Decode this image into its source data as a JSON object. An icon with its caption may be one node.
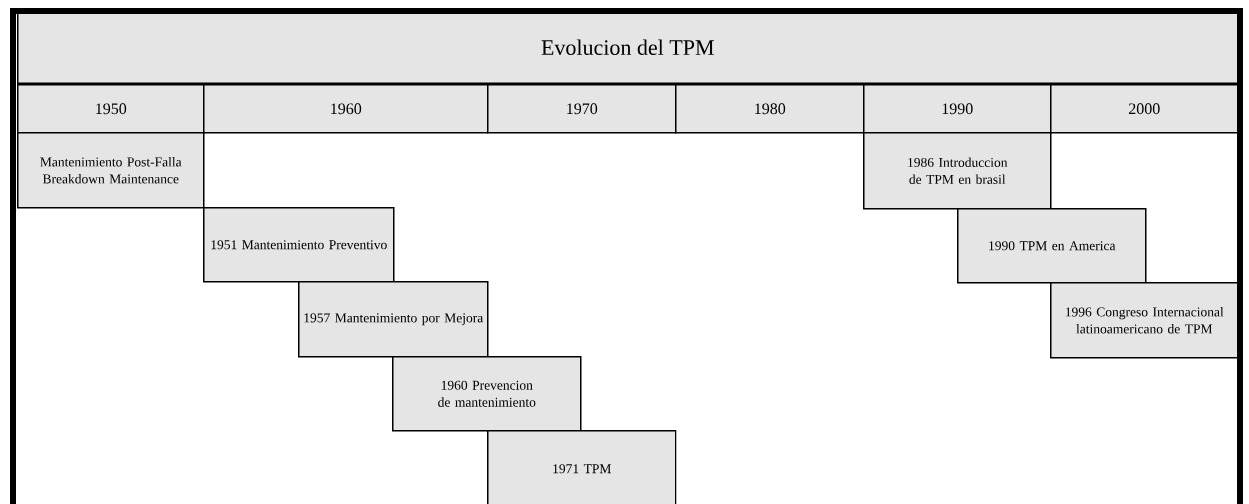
{
  "diagram": {
    "title": "Evolucion del TPM",
    "nodes": [
      {
        "text": [
          "1950"
        ]
      },
      {
        "text": [
          "1960"
        ]
      },
      {
        "text": [
          "1970"
        ]
      },
      {
        "text": [
          "1980"
        ]
      },
      {
        "text": [
          "1990"
        ]
      },
      {
        "text": [
          "2000"
        ]
      },
      {
        "text": [
          "Mantenimiento Post-Falla Breakdown Maintenance"
        ]
      },
      {
        "text": [
          "1986 Introduccion de TPM en brasil"
        ]
      },
      {
        "text": [
          "1951 Mantenimiento Preventivo"
        ]
      },
      {
        "text": [
          "1990 TPM en America"
        ]
      },
      {
        "text": [
          "1957 Mantenimiento por Mejora"
        ]
      },
      {
        "text": [
          "1996 Congreso Internacional latinoamericano de TPM"
        ]
      },
      {
        "text": [
          "1960 Prevencion de mantenimiento"
        ]
      },
      {
        "text": [
          "1971 TPM"
        ]
      }
    ]
  }
}
